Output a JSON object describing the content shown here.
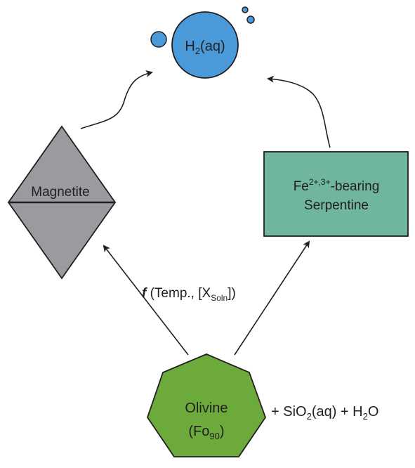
{
  "nodes": {
    "h2": {
      "main": "H",
      "sub": "2",
      "rest": "(aq)",
      "fill": "#4a9ad9"
    },
    "magnetite": {
      "label": "Magnetite",
      "fill": "#9a9b9f"
    },
    "serpentine": {
      "line1_main": "Fe",
      "line1_sup": "2+,3+",
      "line1_rest": "-bearing",
      "line2": "Serpentine",
      "fill": "#6fb59f"
    },
    "olivine": {
      "line1": "Olivine",
      "line2_open": "(Fo",
      "line2_sub": "90",
      "line2_close": ")",
      "fill": "#6cab3b"
    }
  },
  "annotations": {
    "function": {
      "italic": "f",
      "text1": " (Temp., [X",
      "sub": "Soln",
      "text2": "])"
    },
    "reactants": {
      "text1": "+ SiO",
      "sub1": "2",
      "text2": "(aq) + H",
      "sub2": "2",
      "text3": "O"
    }
  },
  "colors": {
    "outline": "#231f20",
    "arrow": "#231f20"
  }
}
